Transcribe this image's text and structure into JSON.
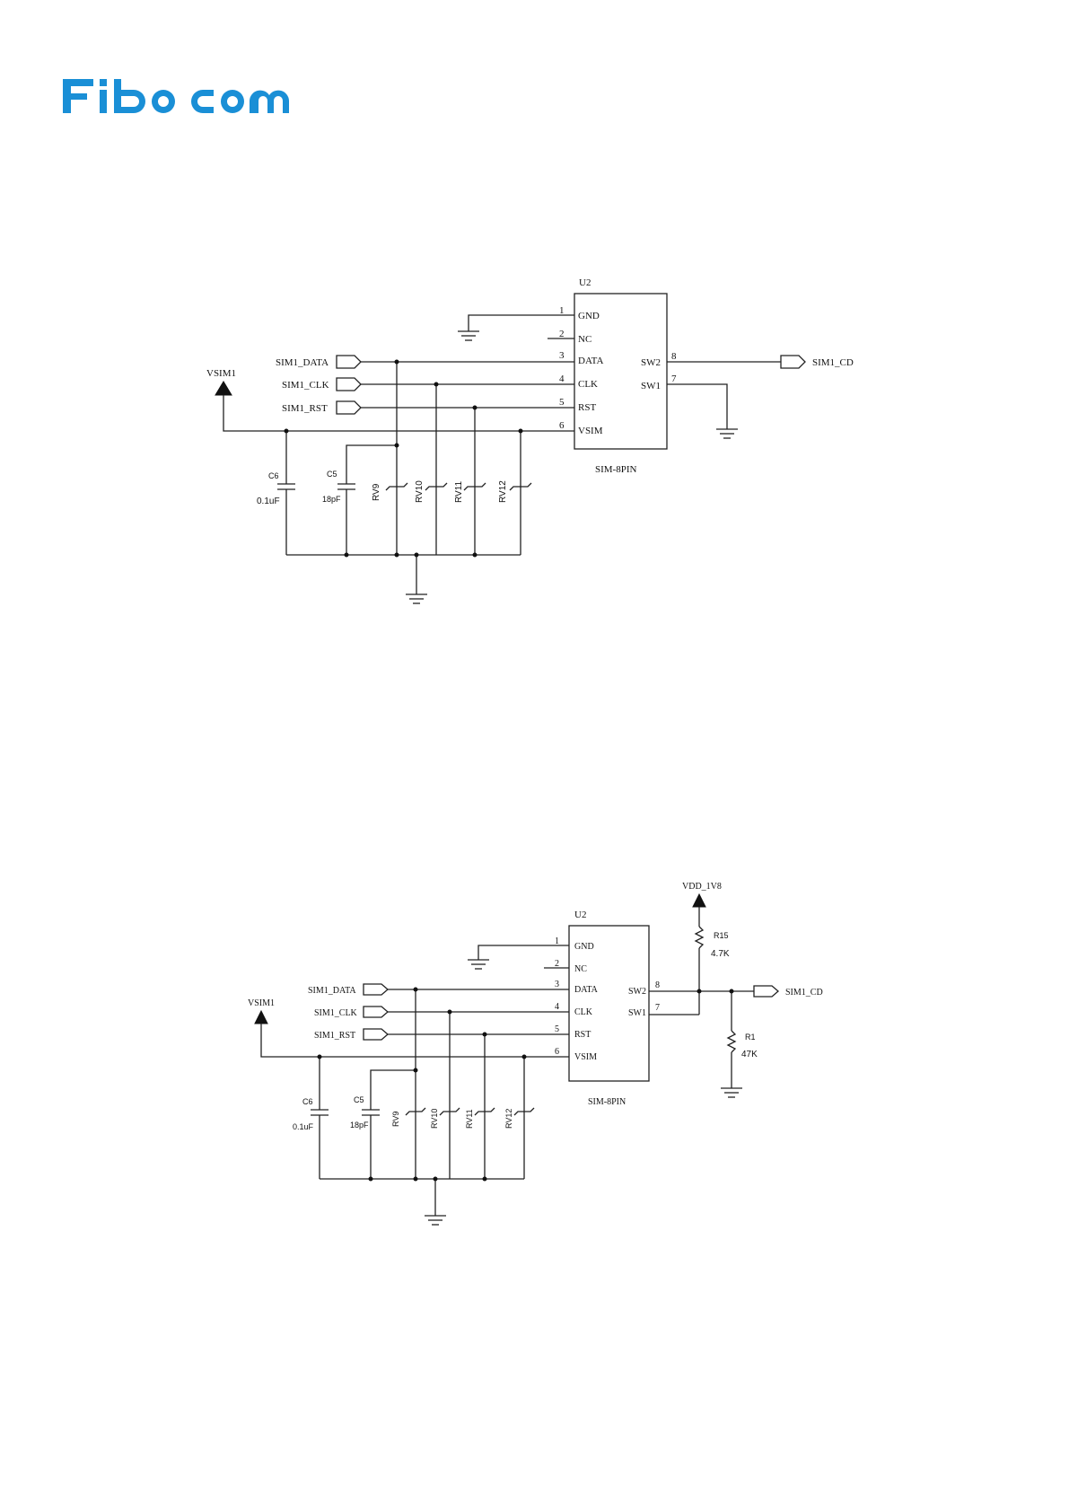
{
  "logo": {
    "text": "Fibocom",
    "color": "#1a8fd6"
  },
  "schematics": [
    {
      "connector": {
        "ref": "U2",
        "part": "SIM-8PIN"
      },
      "pins": [
        {
          "num": "1",
          "name": "GND"
        },
        {
          "num": "2",
          "name": "NC"
        },
        {
          "num": "3",
          "name": "DATA"
        },
        {
          "num": "4",
          "name": "CLK"
        },
        {
          "num": "5",
          "name": "RST"
        },
        {
          "num": "6",
          "name": "VSIM"
        },
        {
          "num": "8",
          "name": "SW2"
        },
        {
          "num": "7",
          "name": "SW1"
        }
      ],
      "nets": {
        "data": "SIM1_DATA",
        "clk": "SIM1_CLK",
        "rst": "SIM1_RST",
        "cd": "SIM1_CD",
        "power": "VSIM1"
      },
      "caps": [
        {
          "ref": "C6",
          "value": "0.1uF"
        },
        {
          "ref": "C5",
          "value": "18pF"
        }
      ],
      "tvs": [
        "RV9",
        "RV10",
        "RV11",
        "RV12"
      ]
    },
    {
      "connector": {
        "ref": "U2",
        "part": "SIM-8PIN"
      },
      "pins": [
        {
          "num": "1",
          "name": "GND"
        },
        {
          "num": "2",
          "name": "NC"
        },
        {
          "num": "3",
          "name": "DATA"
        },
        {
          "num": "4",
          "name": "CLK"
        },
        {
          "num": "5",
          "name": "RST"
        },
        {
          "num": "6",
          "name": "VSIM"
        },
        {
          "num": "8",
          "name": "SW2"
        },
        {
          "num": "7",
          "name": "SW1"
        }
      ],
      "nets": {
        "data": "SIM1_DATA",
        "clk": "SIM1_CLK",
        "rst": "SIM1_RST",
        "cd": "SIM1_CD",
        "power": "VSIM1",
        "pullup_rail": "VDD_1V8"
      },
      "caps": [
        {
          "ref": "C6",
          "value": "0.1uF"
        },
        {
          "ref": "C5",
          "value": "18pF"
        }
      ],
      "resistors": [
        {
          "ref": "R15",
          "value": "4.7K"
        },
        {
          "ref": "R1",
          "value": "47K"
        }
      ],
      "tvs": [
        "RV9",
        "RV10",
        "RV11",
        "RV12"
      ]
    }
  ]
}
